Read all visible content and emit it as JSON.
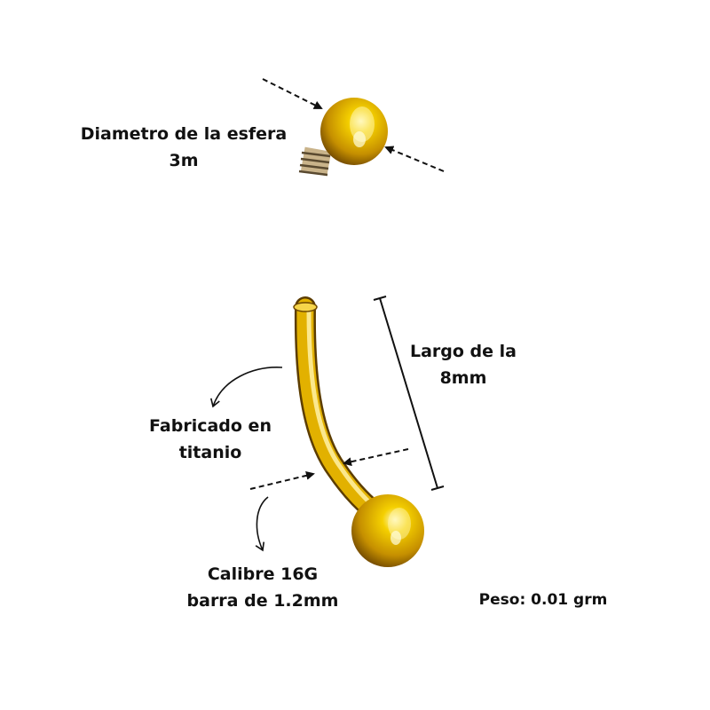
{
  "labels": {
    "sphere_diameter": {
      "line1": "Diametro de la esfera",
      "line2": "3m"
    },
    "length": {
      "line1": "Largo de la",
      "line2": "8mm"
    },
    "material": {
      "line1": "Fabricado en",
      "line2": "titanio"
    },
    "gauge": {
      "line1": "Calibre 16G",
      "line2": "barra de 1.2mm"
    },
    "weight": "Peso: 0.01 grm"
  },
  "colors": {
    "gold": "#e0a900",
    "gold_dark": "#8a5d00",
    "gold_light": "#fff3a0",
    "text": "#111111",
    "background": "#ffffff"
  }
}
